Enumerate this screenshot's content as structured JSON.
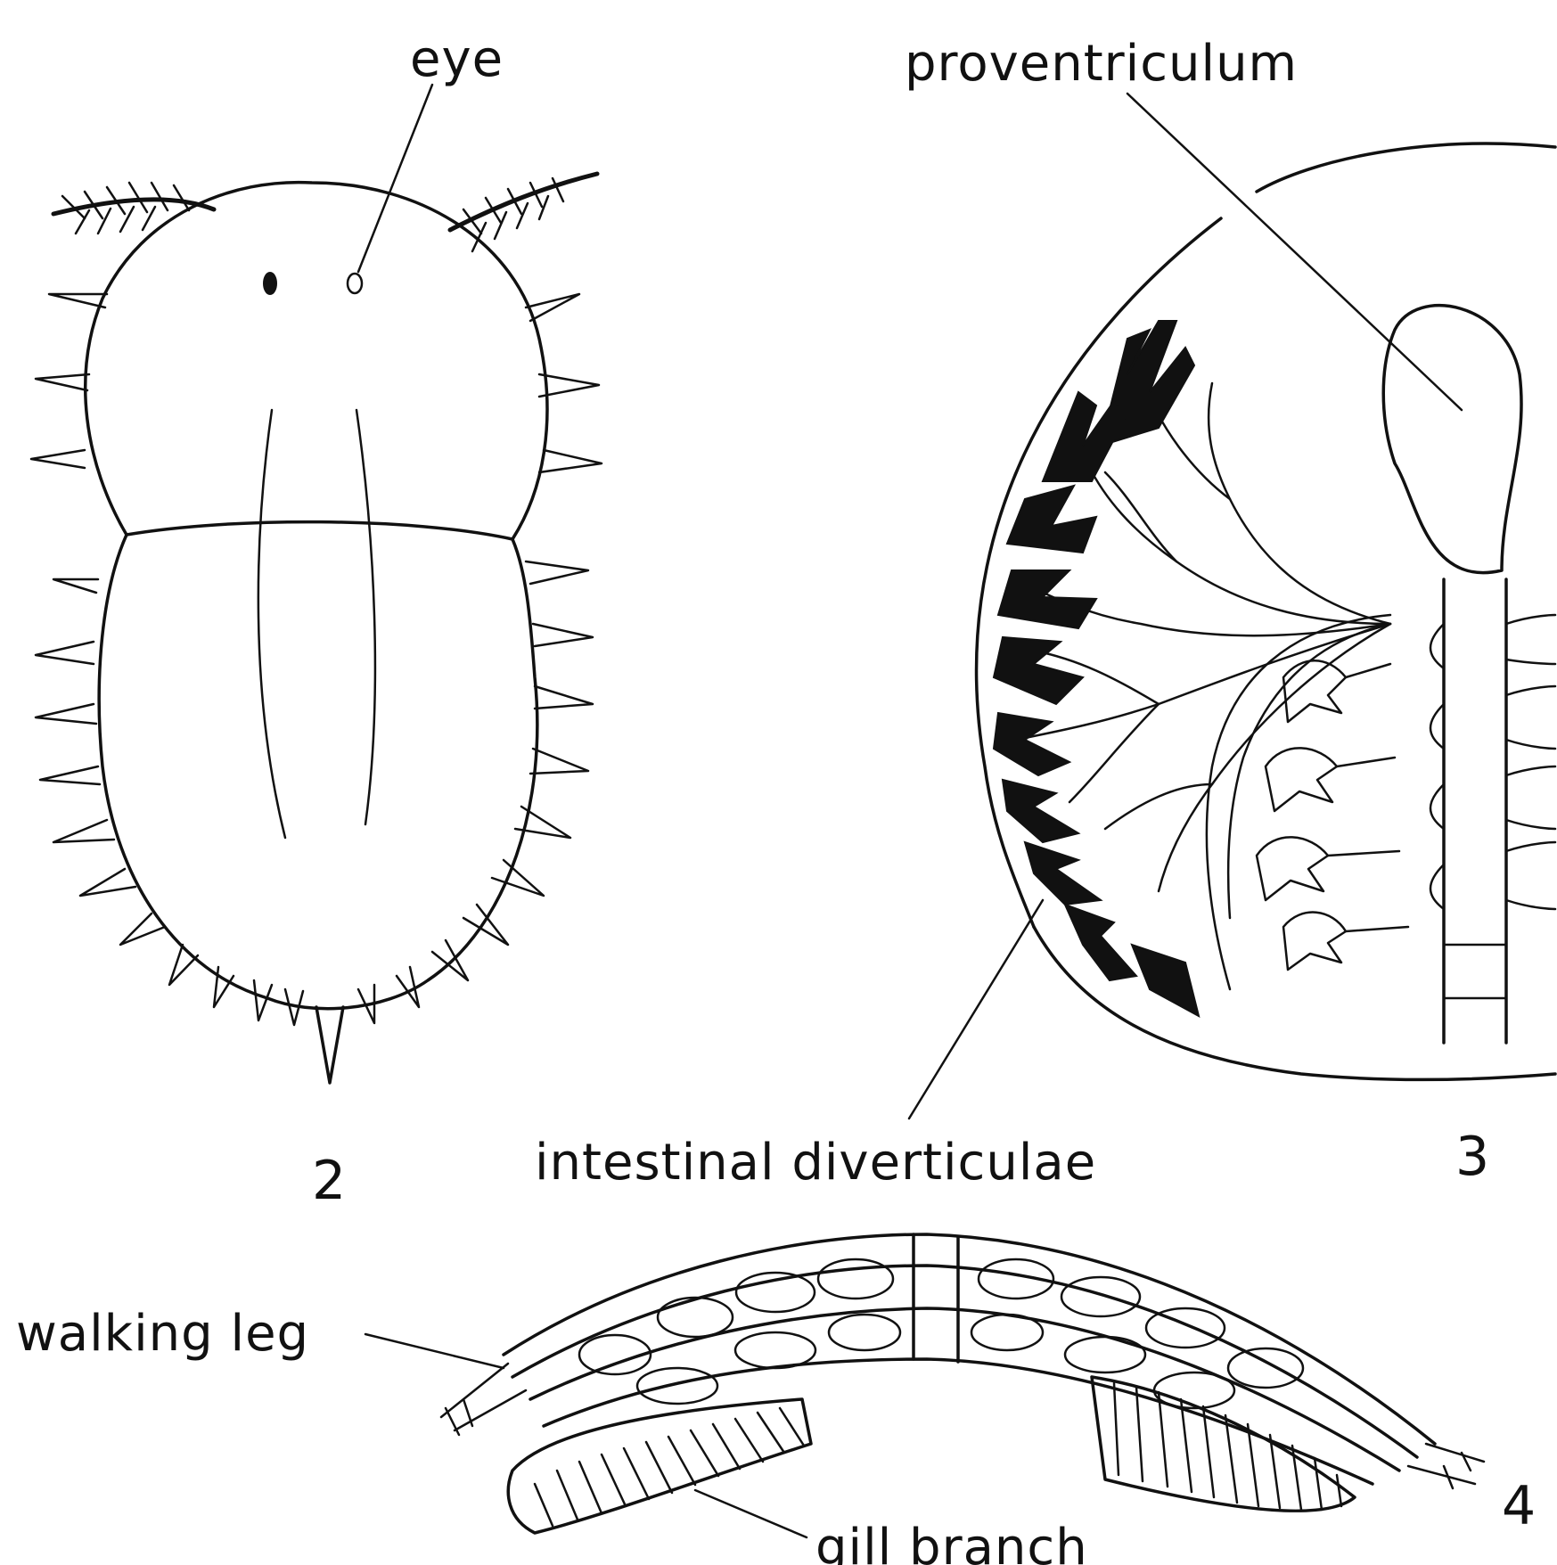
{
  "figures": {
    "fig2": {
      "number": "2",
      "labels": {
        "eye": "eye"
      }
    },
    "fig3": {
      "number": "3",
      "labels": {
        "proventriculum": "proventriculum",
        "intestinal_diverticulae": "intestinal diverticulae"
      }
    },
    "fig4": {
      "number": "4",
      "labels": {
        "walking_leg": "walking leg",
        "gill_branch": "gill branch"
      }
    }
  },
  "colors": {
    "ink": "#111111",
    "paper": "#ffffff"
  }
}
